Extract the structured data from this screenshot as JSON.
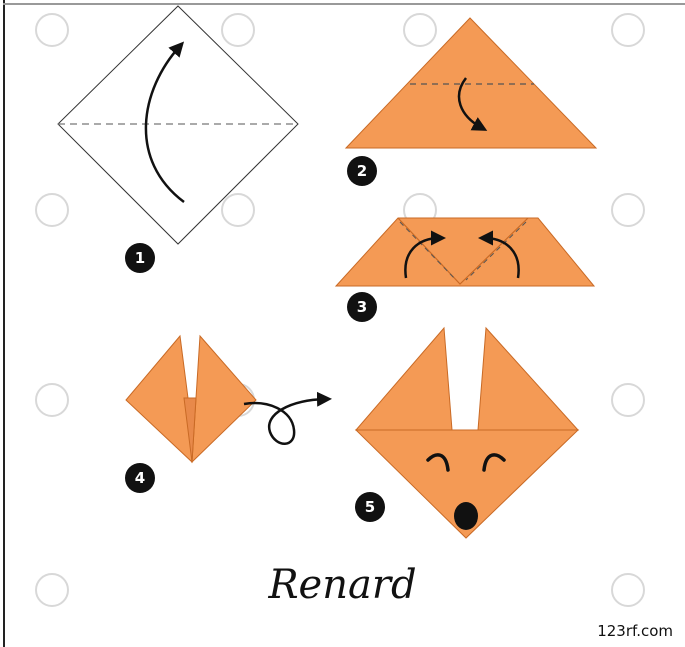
{
  "colors": {
    "paper": "#f49a55",
    "paper_edge": "#c96a25",
    "line": "#111111",
    "dashed": "#777777",
    "watermark": "#cfcfcf"
  },
  "steps": [
    {
      "number": "1"
    },
    {
      "number": "2"
    },
    {
      "number": "3"
    },
    {
      "number": "4"
    },
    {
      "number": "5"
    }
  ],
  "title": "Renard",
  "credit": "123rf.com"
}
